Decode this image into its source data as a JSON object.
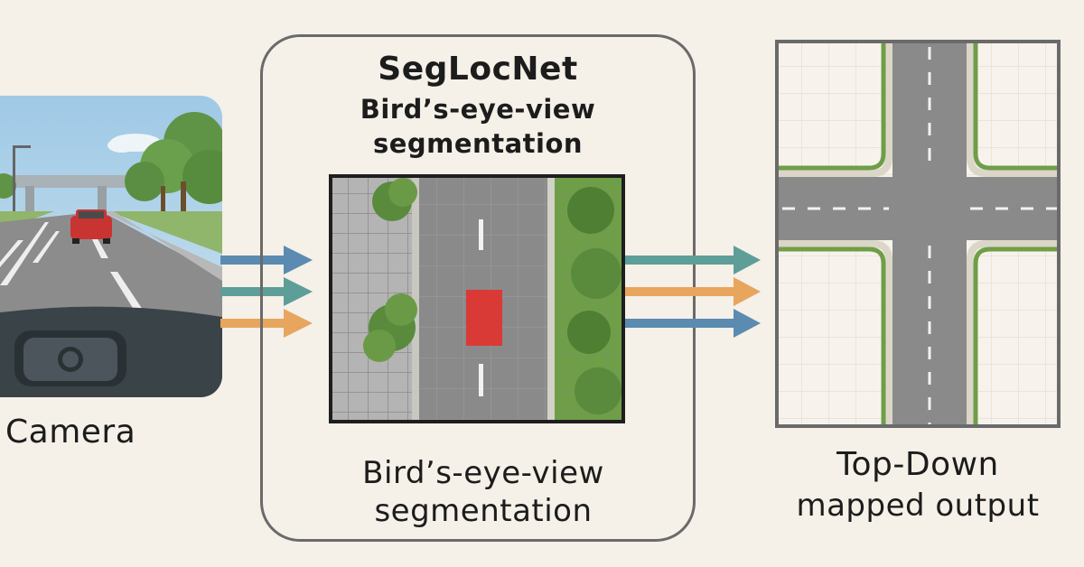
{
  "camera": {
    "label": "Camera"
  },
  "model": {
    "title": "SegLocNet",
    "subtitle_line1": "Bird’s-eye-view",
    "subtitle_line2": "segmentation",
    "caption_line1": "Bird’s-eye-view",
    "caption_line2": "segmentation"
  },
  "output": {
    "label_line1": "Top-Down",
    "label_line2": "mapped output"
  },
  "colors": {
    "background": "#f5f0e8",
    "arrow_blue": "#5b8bb0",
    "arrow_teal": "#5e9e99",
    "arrow_orange": "#e8a55e",
    "road": "#8a8a8a",
    "grass": "#6f9e48",
    "car": "#d93a36"
  }
}
